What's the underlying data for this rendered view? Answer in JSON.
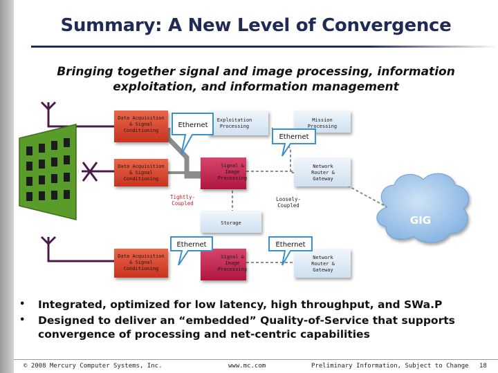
{
  "title": "Summary: A New Level of Convergence",
  "subtitle": "Bringing together signal and image processing, information exploitation, and information management",
  "diagram": {
    "blocks": {
      "daq_top": "Data Acquisition & Signal Conditioning",
      "daq_mid": "Data Acquisition & Signal Conditioning",
      "daq_bottom": "Data Acquisition & Signal Conditioning",
      "exploitation": "Exploitation Processing",
      "mission": "Mission Processing",
      "sip_mid": "Signal & Image Processing",
      "router_mid": "Network Router & Gateway",
      "storage": "Storage",
      "sip_bottom": "Signal & Image Processing",
      "router_bottom": "Network Router & Gateway"
    },
    "callouts": {
      "eth_top": "Ethernet",
      "eth_mission": "Ethernet",
      "eth_lower_left": "Ethernet",
      "eth_lower_right": "Ethernet"
    },
    "labels": {
      "tightly": "Tightly-Coupled",
      "loosely": "Loosely-Coupled",
      "gig": "GIG"
    },
    "colors": {
      "daq_block": "#d9452d",
      "processing_block": "#c31f4f",
      "light_block": "#d8e6f3",
      "callout_border": "#3a8fcf",
      "gig_cloud": "#9ec4e8",
      "wire_dark": "#4a1a4a",
      "wire_gray": "#8c8c8c",
      "antenna_array": "#5a9c2a"
    }
  },
  "bullets": [
    "Integrated, optimized for low latency, high throughput, and SWa.P",
    "Designed to deliver an “embedded” Quality-of-Service that supports convergence of processing and net-centric capabilities"
  ],
  "footer": {
    "copyright": "© 2008 Mercury Computer Systems, Inc.",
    "url": "www.mc.com",
    "notice": "Preliminary Information, Subject to Change",
    "page": "18"
  }
}
